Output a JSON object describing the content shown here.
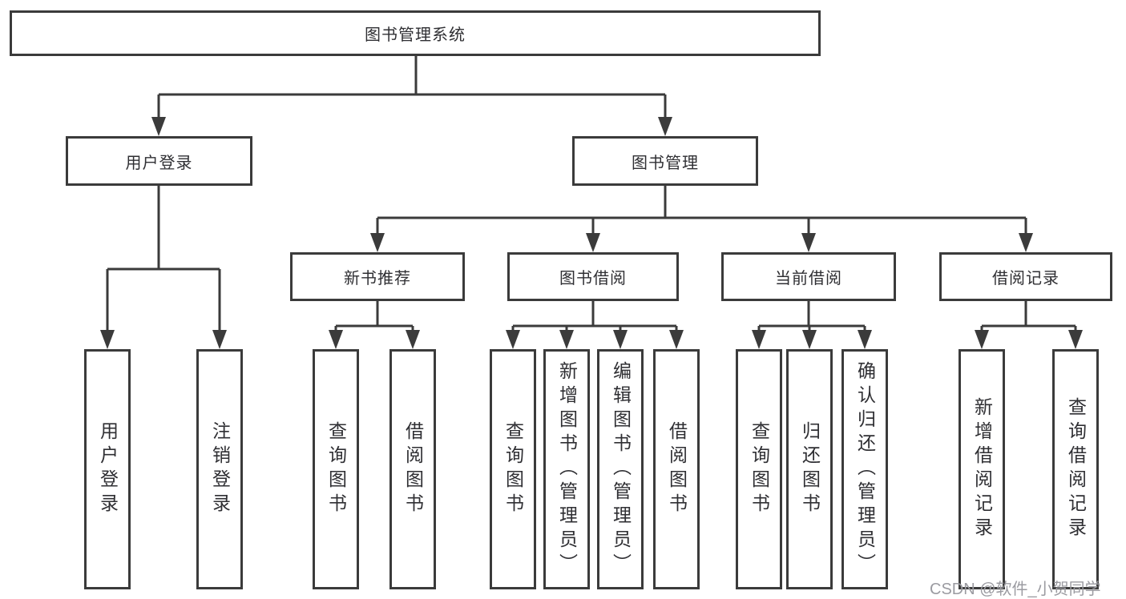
{
  "diagram_type": "hierarchy-tree",
  "colors": {
    "background": "#ffffff",
    "box_border": "#3b3b3b",
    "connector_line": "#3b3b3b",
    "text": "#2f2f33",
    "watermark_text": "#9b9ba1"
  },
  "tree": {
    "label": "图书管理系统",
    "children": [
      {
        "label": "用户登录",
        "children": [
          {
            "label": "用户登录"
          },
          {
            "label": "注销登录"
          }
        ]
      },
      {
        "label": "图书管理",
        "children": [
          {
            "label": "新书推荐",
            "children": [
              {
                "label": "查询图书"
              },
              {
                "label": "借阅图书"
              }
            ]
          },
          {
            "label": "图书借阅",
            "children": [
              {
                "label": "查询图书"
              },
              {
                "label": "新增图书（管理员）"
              },
              {
                "label": "编辑图书（管理员）"
              },
              {
                "label": "借阅图书"
              }
            ]
          },
          {
            "label": "当前借阅",
            "children": [
              {
                "label": "查询图书"
              },
              {
                "label": "归还图书"
              },
              {
                "label": "确认归还（管理员）"
              }
            ]
          },
          {
            "label": "借阅记录",
            "children": [
              {
                "label": "新增借阅记录"
              },
              {
                "label": "查询借阅记录"
              }
            ]
          }
        ]
      }
    ]
  },
  "watermark": "CSDN @软件_小贺同学"
}
